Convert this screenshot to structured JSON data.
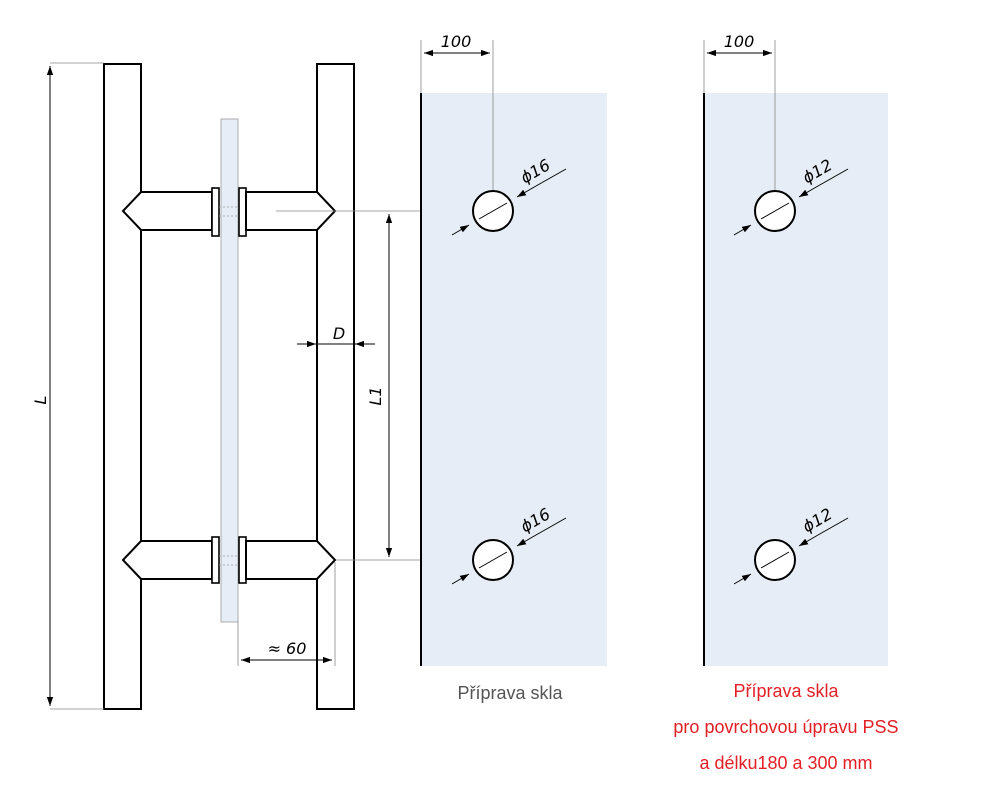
{
  "colors": {
    "glass": "#e7edf6",
    "line": "#000000",
    "caption_gray": "#555555",
    "caption_red": "#e31e24"
  },
  "handle": {
    "dim_L": "L",
    "dim_L1": "L1",
    "dim_D": "D",
    "dim_offset": "≈ 60"
  },
  "panel_standard": {
    "dim_100": "100",
    "hole_top_label": "ϕ16",
    "hole_bottom_label": "ϕ16",
    "caption": "Příprava skla"
  },
  "panel_pss": {
    "dim_100": "100",
    "hole_top_label": "ϕ12",
    "hole_bottom_label": "ϕ12",
    "caption_lines": [
      "Příprava skla",
      "pro povrchovou úpravu PSS",
      "a délku180 a 300 mm"
    ]
  }
}
